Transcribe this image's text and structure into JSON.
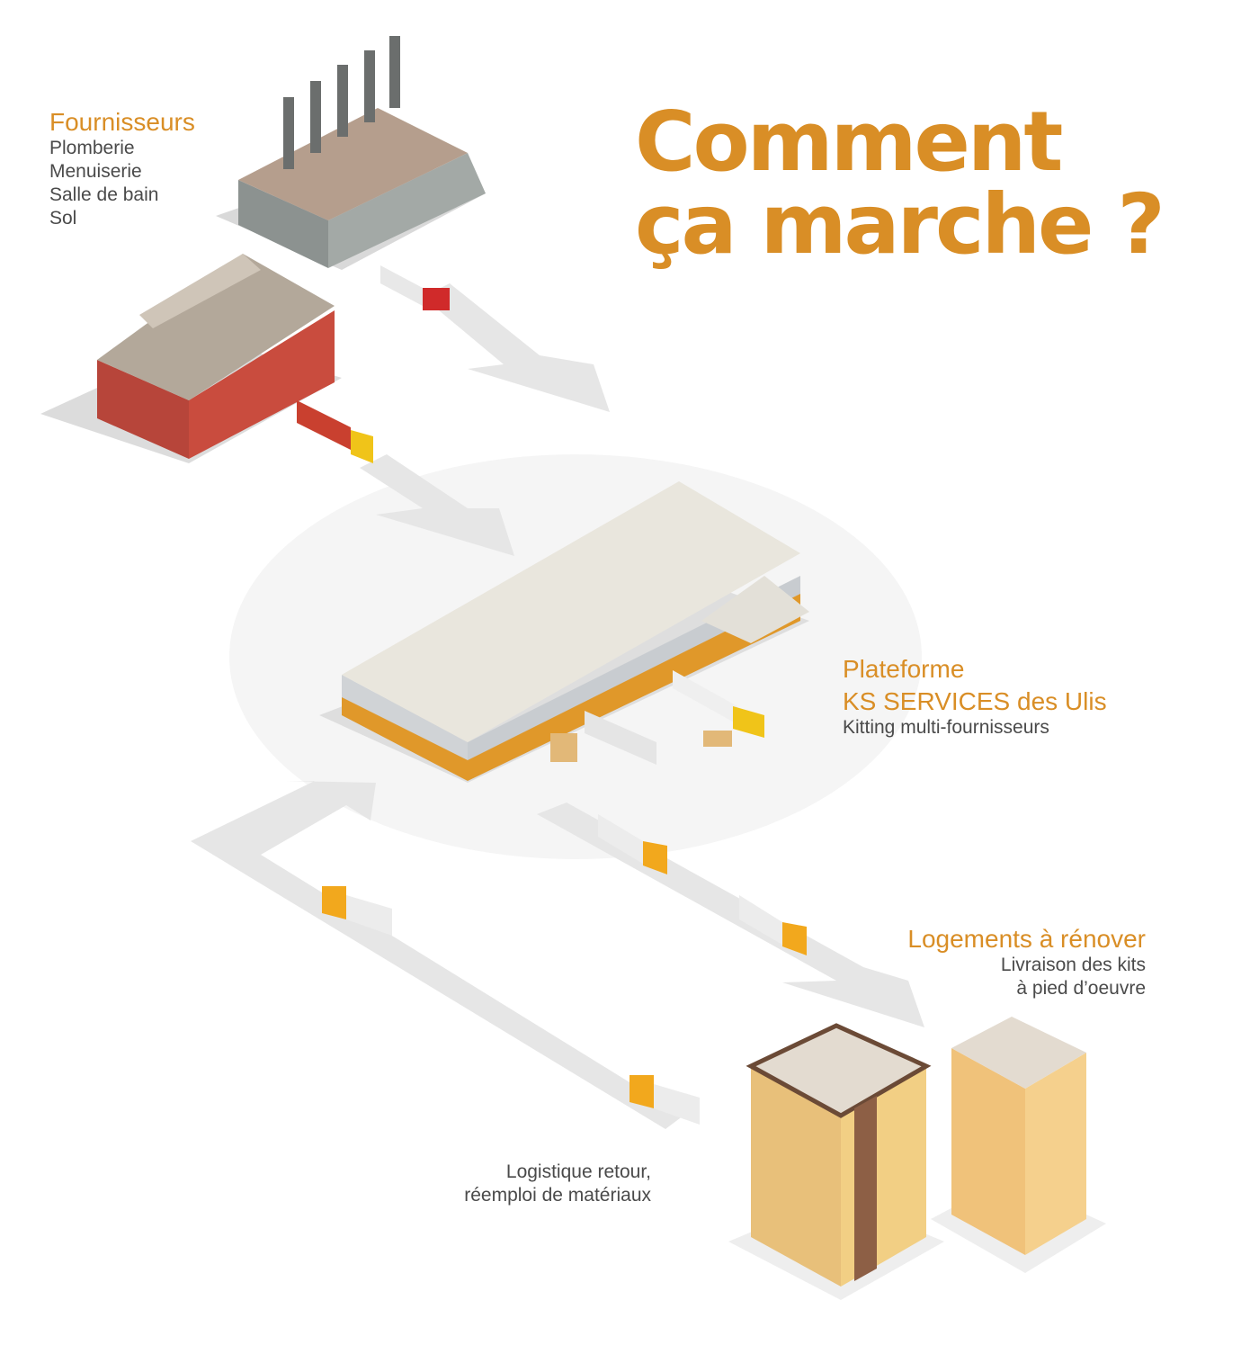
{
  "title": {
    "line1": "Comment",
    "line2": "ça marche ?"
  },
  "suppliers": {
    "heading": "Fournisseurs",
    "items": [
      "Plomberie",
      "Menuiserie",
      "Salle de bain",
      "Sol"
    ]
  },
  "platform": {
    "heading_line1": "Plateforme",
    "heading_line2": "KS SERVICES des Ulis",
    "subtitle": "Kitting multi-fournisseurs"
  },
  "housing": {
    "heading": "Logements à rénover",
    "line1": "Livraison des kits",
    "line2": "à pied d’oeuvre"
  },
  "return_logistics": {
    "line1": "Logistique retour,",
    "line2": "réemploi de matériaux"
  },
  "colors": {
    "accent": "#D98E26",
    "text": "#4a4a4a",
    "arrow": "#e6e6e6",
    "halo": "#f5f5f5"
  }
}
